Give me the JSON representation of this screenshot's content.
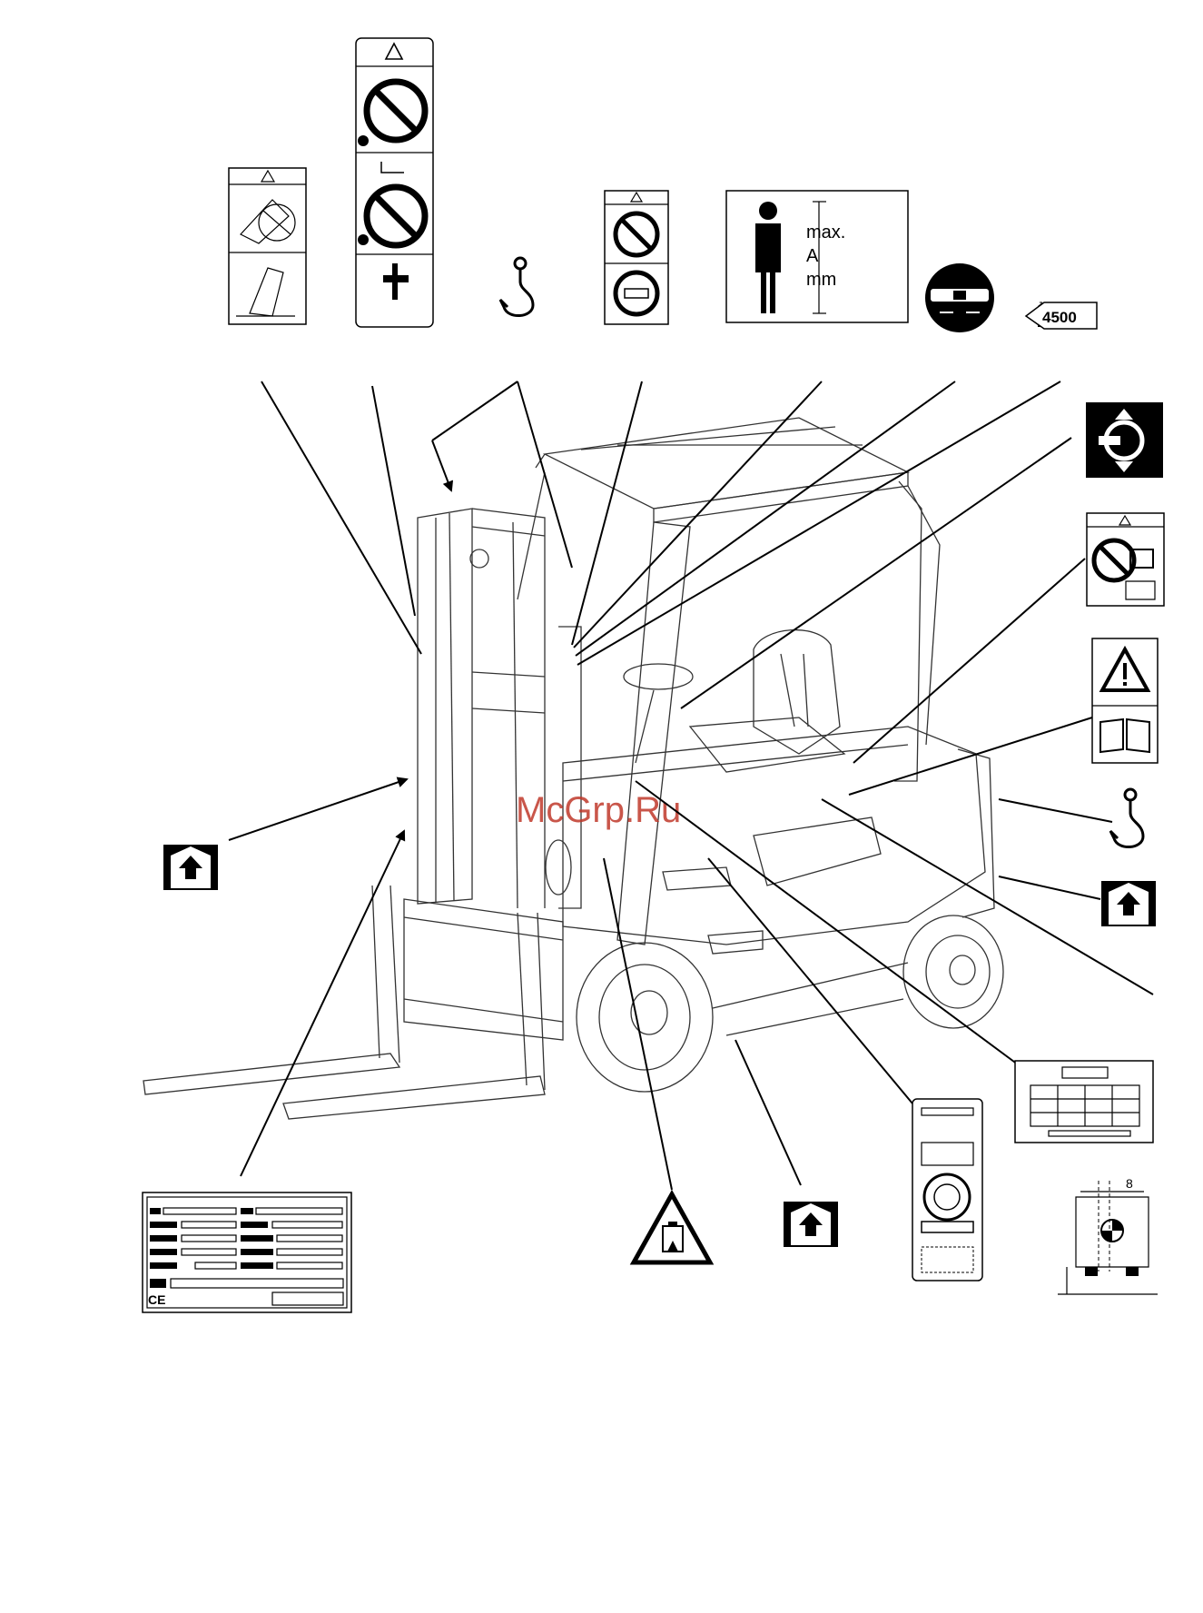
{
  "watermark": "McGrp.Ru",
  "height_decal": {
    "line1": "max.",
    "line2": "A",
    "line3": "mm"
  },
  "capacity_tag": "4500",
  "centre_of_gravity_dim": "8",
  "nameplate_mark": "CE",
  "icons": {
    "warning": "warning-triangle-icon",
    "hook": "hook-icon",
    "seatbelt": "seatbelt-icon",
    "lift_point": "lift-point-icon",
    "book": "manual-book-icon",
    "fire": "fire-hazard-icon"
  }
}
